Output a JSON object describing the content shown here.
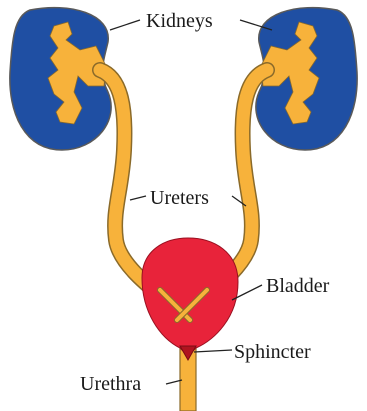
{
  "labels": {
    "kidneys": "Kidneys",
    "ureters": "Ureters",
    "bladder": "Bladder",
    "sphincter": "Sphincter",
    "urethra": "Urethra"
  },
  "colors": {
    "kidney": "#1f4fa3",
    "kidney_outline": "#5a5a5a",
    "pelvis": "#f7b23b",
    "tube": "#f7b23b",
    "tube_outline": "#8a6a2a",
    "bladder": "#e8233a",
    "leader": "#222222"
  }
}
